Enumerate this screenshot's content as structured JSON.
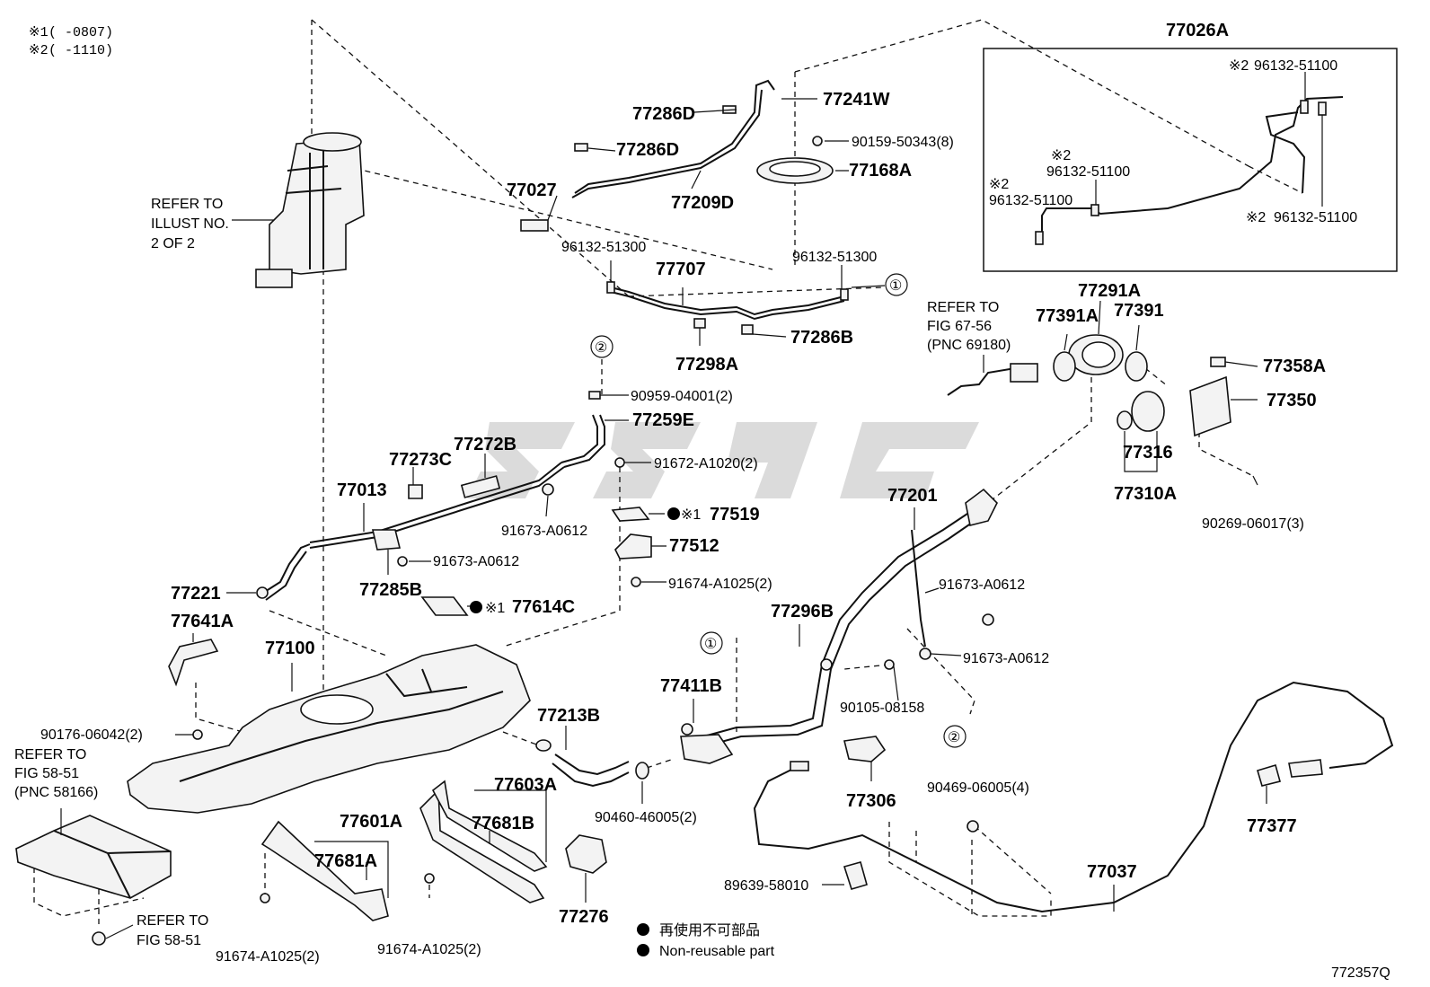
{
  "notes": {
    "n1_mark": "※1",
    "n1_range": "( -0807)",
    "n2_mark": "※2",
    "n2_range": "( -1110)"
  },
  "refs": {
    "illust_l1": "REFER TO",
    "illust_l2": "ILLUST NO.",
    "illust_l3": "2 OF 2",
    "fig67_l1": "REFER TO",
    "fig67_l2": "FIG 67-56",
    "fig67_l3": "(PNC 69180)",
    "fig58a_l1": "REFER TO",
    "fig58a_l2": "FIG 58-51",
    "fig58a_l3": "(PNC 58166)",
    "fig58b_l1": "REFER TO",
    "fig58b_l2": "FIG 58-51"
  },
  "circles": {
    "one": "①",
    "two": "②"
  },
  "parts": {
    "p77026A": "77026A",
    "p96132_51100_a": "96132-51100",
    "p96132_51100_b": "96132-51100",
    "p96132_51100_c": "96132-51100",
    "p96132_51100_d": "96132-51100",
    "mark2": "※2",
    "p77286D_1": "77286D",
    "p77286D_2": "77286D",
    "p77241W": "77241W",
    "p90159": "90159-50343(8)",
    "p77168A": "77168A",
    "p77027": "77027",
    "p77209D": "77209D",
    "p96132_51300_a": "96132-51300",
    "p96132_51300_b": "96132-51300",
    "p77707": "77707",
    "p77298A": "77298A",
    "p77286B": "77286B",
    "p77291A": "77291A",
    "p77391A": "77391A",
    "p77391": "77391",
    "p77358A": "77358A",
    "p77350": "77350",
    "p77316": "77316",
    "p77310A": "77310A",
    "p90269": "90269-06017(3)",
    "p90959": "90959-04001(2)",
    "p77259E": "77259E",
    "p77273C": "77273C",
    "p77272B": "77272B",
    "p77013": "77013",
    "p91672": "91672-A1020(2)",
    "p91673_a": "91673-A0612",
    "p91673_b": "91673-A0612",
    "p91673_c": "91673-A0612",
    "p91673_d": "91673-A0612",
    "p77519": "77519",
    "p77512": "77512",
    "p77285B": "77285B",
    "p91674_top": "91674-A1025(2)",
    "p77614C": "77614C",
    "p77221": "77221",
    "p77641A": "77641A",
    "p77100": "77100",
    "p77201": "77201",
    "p77296B": "77296B",
    "p77411B": "77411B",
    "p77213B": "77213B",
    "p90105": "90105-08158",
    "p90176": "90176-06042(2)",
    "p77603A": "77603A",
    "p77601A": "77601A",
    "p77681B": "77681B",
    "p77681A": "77681A",
    "p90460": "90460-46005(2)",
    "p77306": "77306",
    "p90469": "90469-06005(4)",
    "p77377": "77377",
    "p77037": "77037",
    "p89639": "89639-58010",
    "p77276": "77276",
    "p91674_l": "91674-A1025(2)",
    "p91674_m": "91674-A1025(2)",
    "mark1": "※1"
  },
  "legend": {
    "jp": "再使用不可部品",
    "en": "Non-reusable part"
  },
  "diagram_id": "772357Q",
  "colors": {
    "line": "#111111",
    "watermark": "#bdbdbd",
    "background": "#ffffff"
  }
}
